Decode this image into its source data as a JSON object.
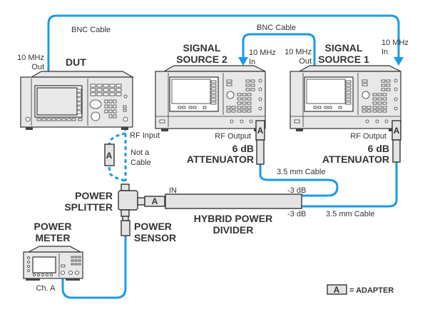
{
  "cable_color": "#1a9be8",
  "labels": {
    "bnc_cable_top": "BNC Cable",
    "bnc_cable_mid": "BNC Cable",
    "dut_10mhz_out_1": "10 MHz",
    "dut_10mhz_out_2": "Out",
    "dut_title": "DUT",
    "ss2_title_1": "SIGNAL",
    "ss2_title_2": "SOURCE 2",
    "ss2_10mhz_in_1": "10 MHz",
    "ss2_10mhz_in_2": "In",
    "ss1_10mhz_out_1": "10 MHz",
    "ss1_10mhz_out_2": "Out",
    "ss1_title_1": "SIGNAL",
    "ss1_title_2": "SOURCE 1",
    "ss1_10mhz_in_1": "10 MHz",
    "ss1_10mhz_in_2": "In",
    "rf_input": "RF Input",
    "not_a_cable_1": "Not a",
    "not_a_cable_2": "Cable",
    "ss2_rf_output": "RF Output",
    "ss1_rf_output": "RF Output",
    "ss2_atten_1": "6 dB",
    "ss2_atten_2": "ATTENUATOR",
    "ss1_atten_1": "6 dB",
    "ss1_atten_2": "ATTENUATOR",
    "cable_35mm_upper": "3.5 mm Cable",
    "cable_35mm_lower": "3.5 mm Cable",
    "minus3db_upper": "-3 dB",
    "minus3db_lower": "-3 dB",
    "in": "IN",
    "power_splitter_1": "POWER",
    "power_splitter_2": "SPLITTER",
    "hybrid_1": "HYBRID POWER",
    "hybrid_2": "DIVIDER",
    "power_sensor_1": "POWER",
    "power_sensor_2": "SENSOR",
    "power_meter_1": "POWER",
    "power_meter_2": "METER",
    "ch_a": "Ch. A",
    "adapter_letter": "A",
    "legend_text": "= ADAPTER"
  }
}
